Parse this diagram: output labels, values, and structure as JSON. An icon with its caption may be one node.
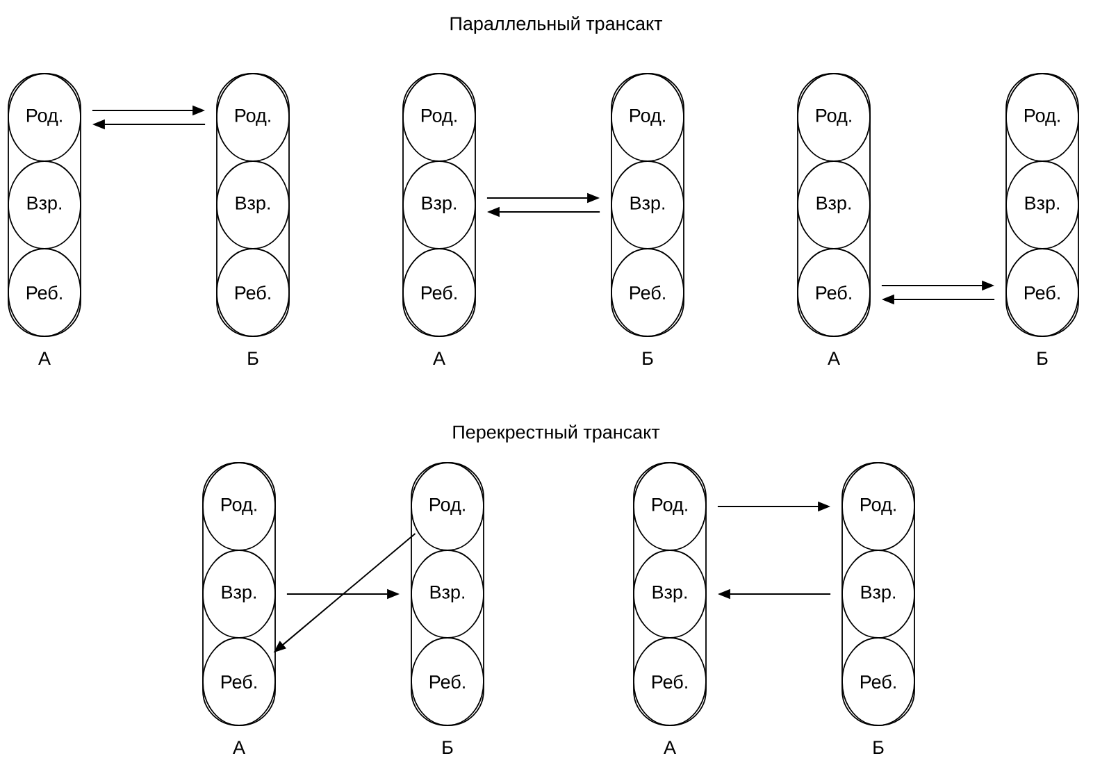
{
  "diagram": {
    "title": "Параллельный трансакт",
    "nodes": [
      {
        "text": [],
        "shape": "box",
        "beside": [
          "А"
        ]
      },
      {
        "text": [
          "Род."
        ],
        "in": 0
      },
      {
        "text": [
          "Взр."
        ],
        "in": 0
      },
      {
        "text": [
          "Реб."
        ],
        "in": 0
      },
      {
        "text": [],
        "shape": "box",
        "beside": [
          "Б"
        ]
      },
      {
        "text": [
          "Род."
        ],
        "in": 4
      },
      {
        "text": [
          "Взр."
        ],
        "in": 4
      },
      {
        "text": [
          "Реб."
        ],
        "in": 4
      },
      {
        "text": [],
        "shape": "box",
        "beside": [
          "А"
        ]
      },
      {
        "text": [
          "Род."
        ],
        "in": 8
      },
      {
        "text": [
          "Взр."
        ],
        "in": 8
      },
      {
        "text": [
          "Реб."
        ],
        "in": 8
      },
      {
        "text": [],
        "shape": "box",
        "beside": [
          "Б"
        ]
      },
      {
        "text": [
          "Род."
        ],
        "in": 12
      },
      {
        "text": [
          "Взр."
        ],
        "in": 12
      },
      {
        "text": [
          "Реб."
        ],
        "in": 12
      },
      {
        "text": [],
        "shape": "box",
        "beside": [
          "А"
        ]
      },
      {
        "text": [
          "Род."
        ],
        "in": 16
      },
      {
        "text": [
          "Взр."
        ],
        "in": 16
      },
      {
        "text": [
          "Реб."
        ],
        "in": 16
      },
      {
        "text": [],
        "shape": "box",
        "beside": [
          "Б"
        ]
      },
      {
        "text": [
          "Род."
        ],
        "in": 20
      },
      {
        "text": [
          "Взр."
        ],
        "in": 20
      },
      {
        "text": [
          "Реб."
        ],
        "in": 20
      },
      {
        "text": [],
        "shape": "box",
        "beside": [
          "А"
        ]
      },
      {
        "text": [
          "Род."
        ],
        "in": 24
      },
      {
        "text": [
          "Взр."
        ],
        "in": 24
      },
      {
        "text": [
          "Реб."
        ],
        "in": 24
      },
      {
        "text": [],
        "shape": "box",
        "beside": [
          "Б"
        ]
      },
      {
        "text": [
          "Род."
        ],
        "in": 28
      },
      {
        "text": [
          "Взр."
        ],
        "in": 28
      },
      {
        "text": [
          "Реб."
        ],
        "in": 28
      },
      {
        "text": [],
        "shape": "box",
        "beside": [
          "А"
        ]
      },
      {
        "text": [
          "Род."
        ],
        "in": 32
      },
      {
        "text": [
          "Взр."
        ],
        "in": 32
      },
      {
        "text": [
          "Реб."
        ],
        "in": 32
      },
      {
        "text": [],
        "shape": "box",
        "beside": [
          "Б"
        ]
      },
      {
        "text": [
          "Род."
        ],
        "in": 36
      },
      {
        "text": [
          "Взр."
        ],
        "in": 36
      },
      {
        "text": [
          "Реб."
        ],
        "in": 36
      }
    ],
    "edges": [
      {
        "from": 1,
        "to": 5,
        "arrow": "to"
      },
      {
        "from": 5,
        "to": 1,
        "arrow": "to"
      },
      {
        "from": 10,
        "to": 14,
        "arrow": "to"
      },
      {
        "from": 14,
        "to": 10,
        "arrow": "to"
      },
      {
        "from": 19,
        "to": 23,
        "arrow": "to"
      },
      {
        "from": 23,
        "to": 19,
        "arrow": "to"
      },
      {
        "from": 26,
        "to": 30,
        "arrow": "to"
      },
      {
        "from": 29,
        "to": 27,
        "arrow": "to"
      },
      {
        "from": 33,
        "to": 37,
        "arrow": "to"
      },
      {
        "from": 38,
        "to": 34,
        "arrow": "to"
      }
    ],
    "labels": [
      "Перекрестный трансакт"
    ]
  }
}
